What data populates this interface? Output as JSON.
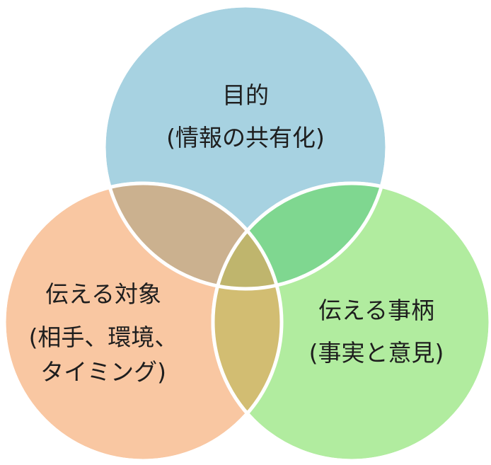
{
  "circles": [
    {
      "id": "purpose",
      "lines": [
        "目的",
        "(情報の共有化)"
      ],
      "color": "#a7d2e1"
    },
    {
      "id": "audience",
      "lines": [
        "伝える対象",
        "(相手、環境、",
        "タイミング)"
      ],
      "color": "#f9c7a2"
    },
    {
      "id": "content",
      "lines": [
        "伝える事柄",
        "(事実と意見)"
      ],
      "color": "#b1ec9f"
    }
  ],
  "overlap_colors": {
    "purpose_audience": "#cbb18f",
    "purpose_content": "#7fd790",
    "audience_content": "#d2bd72",
    "center": "#bfb56d"
  }
}
